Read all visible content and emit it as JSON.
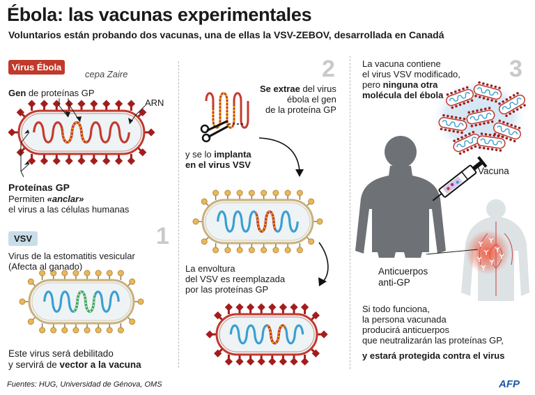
{
  "header": {
    "title": "Ébola: las vacunas experimentales",
    "subtitle": "Voluntarios están probando dos vacunas,  una de ellas la VSV-ZEBOV, desarrollada en Canadá"
  },
  "panel1": {
    "step": "1",
    "ebola_badge": "Virus Ébola",
    "ebola_strain": "cepa Zaire",
    "gene_label_bold": "Gen",
    "gene_label_rest": " de proteínas GP",
    "arn_label": "ARN",
    "proteins_title": "Proteínas GP",
    "proteins_line1_a": "Permiten ",
    "proteins_line1_b": "«anclar»",
    "proteins_line2": "el virus a las células humanas",
    "vsv_badge": "VSV",
    "vsv_line1": "Virus de la estomatitis vesicular",
    "vsv_line2": "(Afecta al ganado)",
    "weakened_line1": "Este virus será debilitado",
    "weakened_line2_a": "y servirá de ",
    "weakened_line2_b": "vector a la vacuna"
  },
  "panel2": {
    "step": "2",
    "extract_line1_a": "Se extrae",
    "extract_line1_b": " del virus",
    "extract_line2": "ébola el gen",
    "extract_line3": "de la proteína GP",
    "implant_line1_a": "y se lo ",
    "implant_line1_b": "implanta",
    "implant_line2": "en el virus VSV",
    "envelope_line1": "La envoltura",
    "envelope_line2": "del VSV es reemplazada",
    "envelope_line3": "por las proteínas GP"
  },
  "panel3": {
    "step": "3",
    "vaccine_line1": "La vacuna contiene",
    "vaccine_line2": "el virus VSV modificado,",
    "vaccine_line3_a": "pero ",
    "vaccine_line3_b": "ninguna otra",
    "vaccine_line4": "molécula del ébola",
    "syringe_label": "Vacuna",
    "antibodies_line1": "Anticuerpos",
    "antibodies_line2": "anti-GP",
    "result_line1": "Si todo funciona,",
    "result_line2": "la persona vacunada",
    "result_line3": "producirá anticuerpos",
    "result_line4": "que neutralizarán las proteínas GP,",
    "result_line5": "y estará protegida contra el virus"
  },
  "footer": {
    "sources": "Fuentes: HUG, Universidad de Génova, OMS",
    "logo": "AFP"
  },
  "colors": {
    "ebola_red": "#c0392b",
    "gp_dark_red": "#a31d1d",
    "rna_red": "#c43a2e",
    "vsv_blue": "#3a9fd0",
    "vsv_green": "#3aa65a",
    "capsule_fill": "#eef3f6",
    "body_gray": "#6e7276",
    "stepnum_gray": "#c9c9c9",
    "afp_blue": "#1c57a5"
  },
  "icons": [
    "scissors-icon",
    "syringe-icon",
    "arrow-icon"
  ]
}
